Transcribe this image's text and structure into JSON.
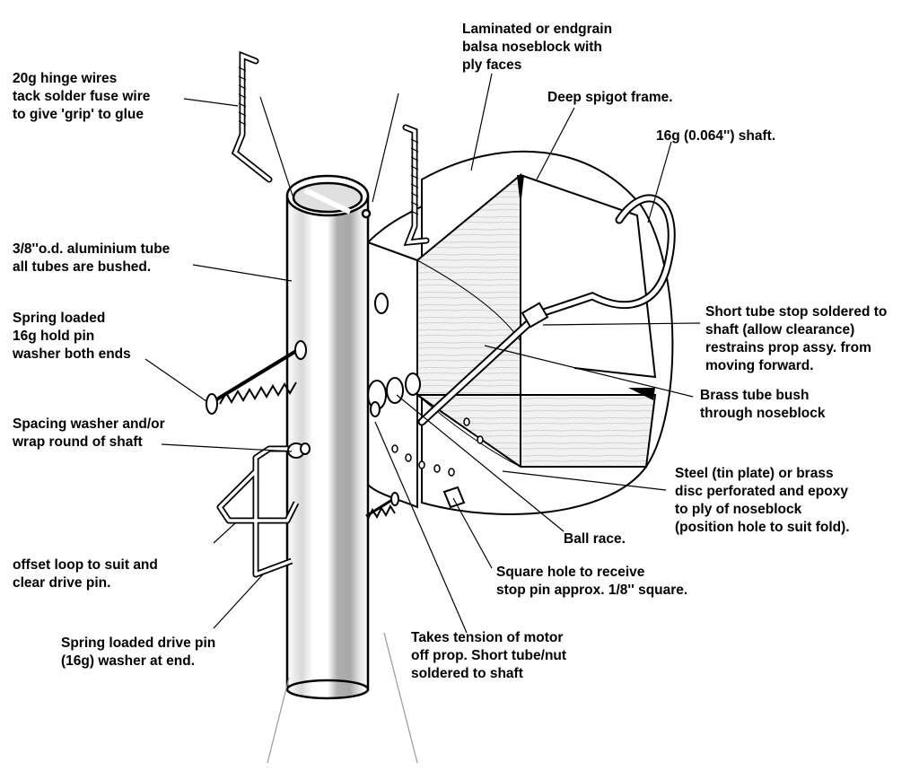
{
  "labels": {
    "noseblock": [
      "Laminated or endgrain",
      "balsa noseblock with",
      "ply faces"
    ],
    "hinge_wires": [
      "20g hinge wires",
      "tack solder fuse wire",
      "to give 'grip' to glue"
    ],
    "spigot": [
      "Deep spigot frame."
    ],
    "shaft": [
      "16g (0.064'') shaft."
    ],
    "tube": [
      "3/8''o.d. aluminium tube",
      "all tubes are bushed."
    ],
    "hold_pin": [
      "Spring loaded",
      "16g hold pin",
      "washer both ends"
    ],
    "tube_stop": [
      "Short tube stop soldered to",
      "shaft (allow clearance)",
      "restrains prop assy. from",
      "moving forward."
    ],
    "brass_bush": [
      "Brass tube bush",
      "through noseblock"
    ],
    "spacing_washer": [
      "Spacing washer and/or",
      "wrap round of shaft"
    ],
    "steel_disc": [
      "Steel (tin plate) or brass",
      "disc perforated and epoxy",
      "to ply of noseblock",
      "(position hole to suit fold)."
    ],
    "ball_race": [
      "Ball race."
    ],
    "offset_loop": [
      "offset loop to suit and",
      "clear drive pin."
    ],
    "square_hole": [
      "Square hole to receive",
      "stop pin approx. 1/8'' square."
    ],
    "drive_pin": [
      "Spring loaded drive pin",
      "(16g) washer at end."
    ],
    "motor_tension": [
      "Takes tension of motor",
      "off prop. Short tube/nut",
      "soldered to shaft"
    ]
  }
}
